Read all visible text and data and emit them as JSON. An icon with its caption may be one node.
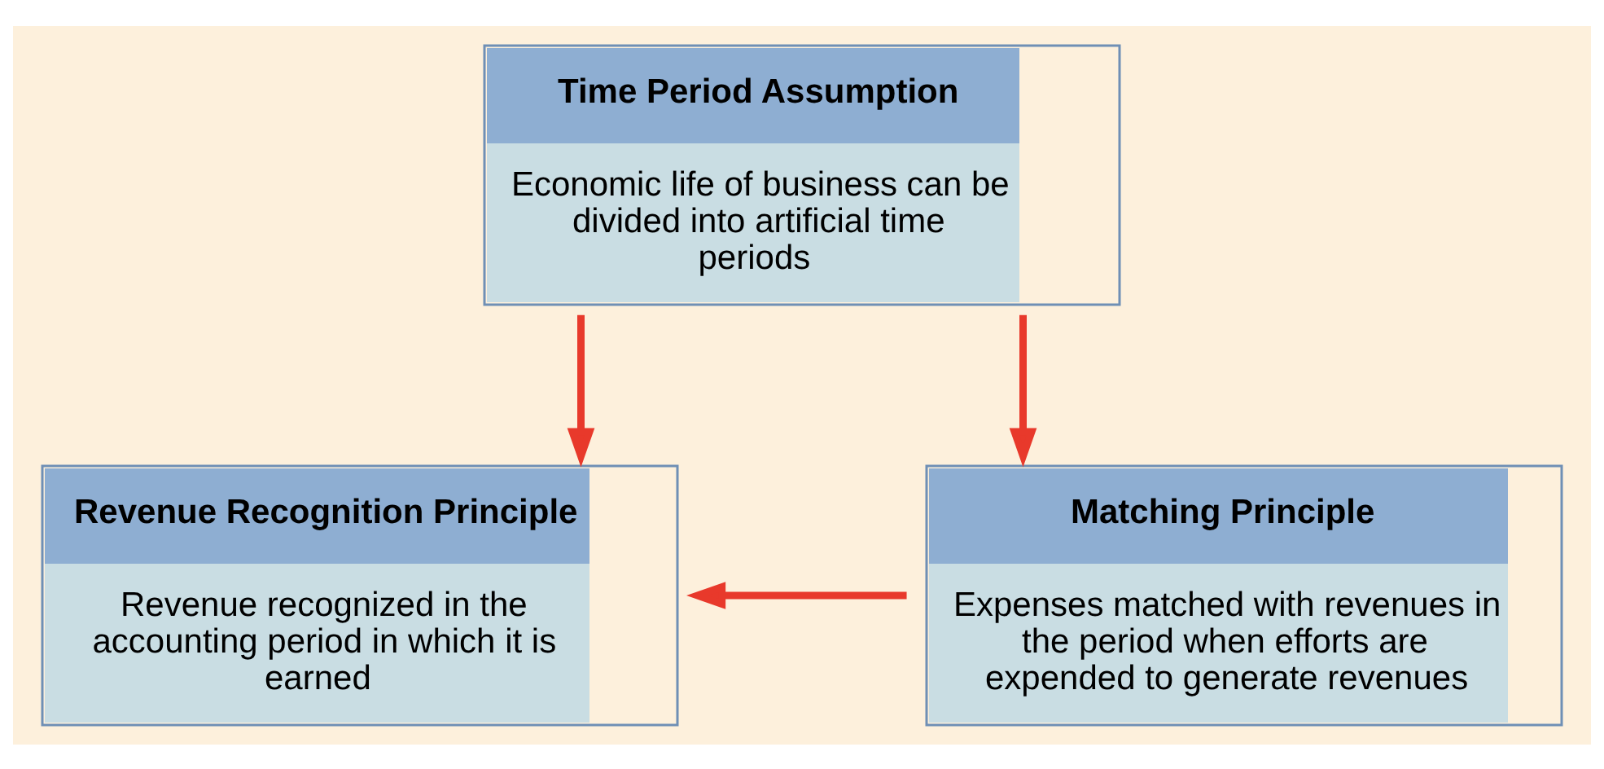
{
  "diagram": {
    "nodes": [
      {
        "text": [
          "Time Period Assumption",
          "Economic life of business can be divided into artificial time periods"
        ]
      },
      {
        "text": [
          "Revenue Recognition Principle",
          "Revenue recognized in the accounting period in which it is earned"
        ]
      },
      {
        "text": [
          "Matching Principle",
          "Expenses matched with revenues in the period when efforts are expended to generate revenues"
        ]
      }
    ],
    "edges": [
      {
        "from": 0,
        "to": 1,
        "arrow": "to"
      },
      {
        "from": 0,
        "to": 2,
        "arrow": "to"
      },
      {
        "from": 2,
        "to": 1,
        "arrow": "to"
      }
    ]
  }
}
